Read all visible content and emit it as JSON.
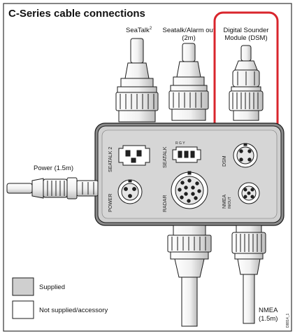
{
  "title": "C-Series cable connections",
  "connectors": {
    "seatalk2": {
      "label": "SeaTalk",
      "sup": "2"
    },
    "seatalk_alarm": {
      "line1": "Seatalk/Alarm out",
      "line2": "(2m)"
    },
    "dsm": {
      "line1": "Digital Sounder",
      "line2": "Module (DSM)"
    },
    "power": {
      "label": "Power (1.5m)"
    },
    "nmea": {
      "line1": "NMEA",
      "line2": "(1.5m)"
    }
  },
  "panel": {
    "seatalk2": "SEATALK 2",
    "seatalk": "SEATALK",
    "rgy": "R  G  Y",
    "dsm": "DSM",
    "power": "POWER",
    "radar": "RADAR",
    "nmea": "NMEA",
    "nmea_sub": "IN/OUT"
  },
  "legend": {
    "supplied": "Supplied",
    "not_supplied": "Not supplied/accessory"
  },
  "figure_id": "D8814_1",
  "colors": {
    "highlight": "#d9252c",
    "panel_fill": "#d0d0d0",
    "supplied_fill": "#cfcfcf",
    "line": "#1a1a1a"
  }
}
